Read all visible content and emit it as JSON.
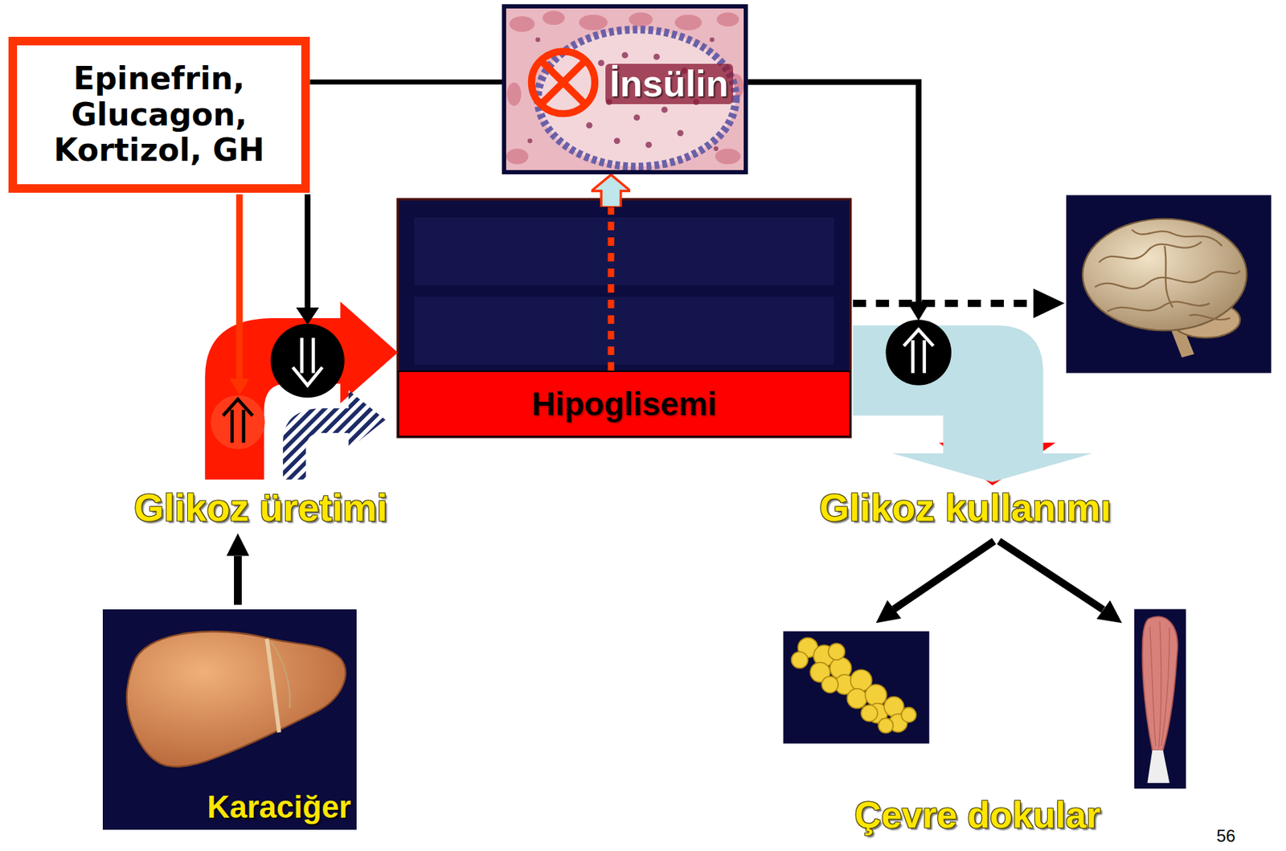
{
  "diagram": {
    "nodes": [
      {
        "text": [
          "Epinefrin, Glucagon, Kortizol, GH"
        ]
      },
      {
        "text": [
          "İnsülin"
        ]
      },
      {
        "text": [
          "Hipoglisemi"
        ]
      },
      {
        "text": [
          "Glikoz üretimi"
        ]
      },
      {
        "text": [
          "Glikoz kullanımı"
        ]
      },
      {
        "text": [
          "Karaciğer"
        ]
      }
    ],
    "edges": [
      {
        "from": 0,
        "to": 1,
        "arrow": "none"
      },
      {
        "from": 2,
        "to": 1,
        "arrow": "to"
      },
      {
        "from": 5,
        "to": 3,
        "arrow": "to"
      }
    ],
    "labels": [
      "Çevre dokular",
      "56"
    ]
  }
}
